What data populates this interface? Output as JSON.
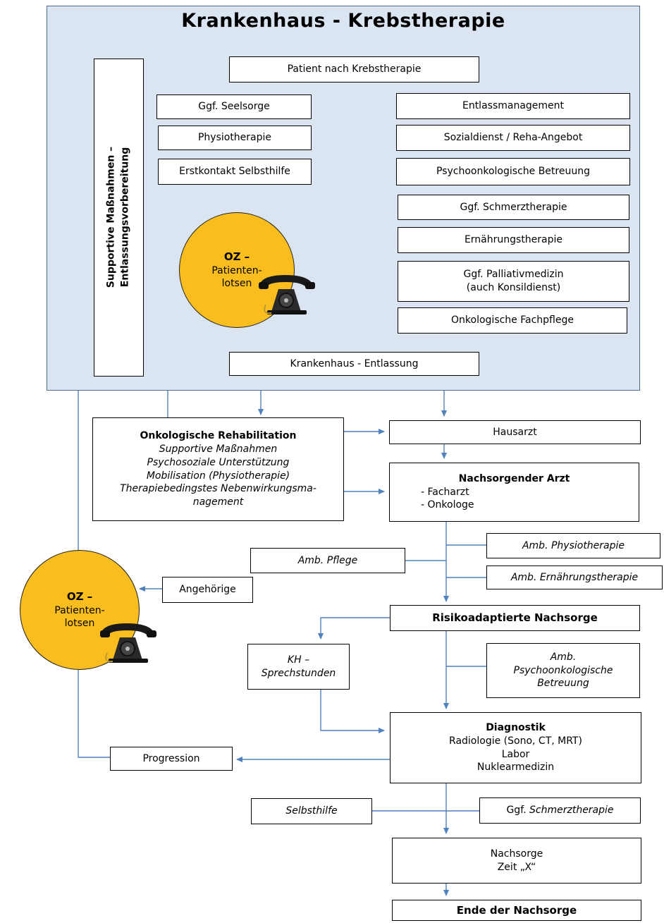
{
  "title": "Krankenhaus - Krebstherapie",
  "sidebar_label_line1": "Supportive Maßnahmen –",
  "sidebar_label_line2": "Entlassungsvorbereitung",
  "hospital": {
    "start": "Patient nach Krebstherapie",
    "left": [
      "Ggf. Seelsorge",
      "Physiotherapie",
      "Erstkontakt Selbsthilfe"
    ],
    "right": {
      "entlass": "Entlassmanagement",
      "sozial": "Sozialdienst / Reha-Angebot",
      "psycho": "Psychoonkologische Betreuung",
      "schmerz": "Ggf. Schmerztherapie",
      "ernaehrung": "Ernährungstherapie",
      "palliativ_1": "Ggf. Palliativmedizin",
      "palliativ_2": "(auch Konsildienst)",
      "fachpflege": "Onkologische Fachpflege"
    },
    "discharge": "Krankenhaus - Entlassung"
  },
  "lotse": {
    "line1": "OZ –",
    "line2": "Patienten-",
    "line3": "lotsen"
  },
  "rehab": {
    "title": "Onkologische Rehabilitation",
    "lines": [
      "Supportive Maßnahmen",
      "Psychosoziale Unterstützung",
      "Mobilisation (Physiotherapie)",
      "Therapiebedingstes Nebenwirkungsma-",
      "nagement"
    ]
  },
  "hausarzt": "Hausarzt",
  "nachsorgender_arzt": {
    "title": "Nachsorgender Arzt",
    "items": [
      "-  Facharzt",
      "-  Onkologe"
    ]
  },
  "amb_physio": "Amb. Physiotherapie",
  "amb_pflege": "Amb. Pflege",
  "amb_ernaehrung": "Amb. Ernährungstherapie",
  "angehoerige": "Angehörige",
  "risiko": "Risikoadaptierte Nachsorge",
  "kh_sprech": {
    "line1": "KH –",
    "line2": "Sprechstunden"
  },
  "amb_psycho": {
    "line1": "Amb.",
    "line2": "Psychoonkologische",
    "line3": "Betreuung"
  },
  "diagnostik": {
    "title": "Diagnostik",
    "lines": [
      "Radiologie (Sono, CT, MRT)",
      "Labor",
      "Nuklearmedizin"
    ]
  },
  "progression": "Progression",
  "selbsthilfe": "Selbsthilfe",
  "schmerz_amb": {
    "prefix": "Ggf.",
    "rest": "Schmerztherapie"
  },
  "nachsorge_zeit": {
    "line1": "Nachsorge",
    "line2": "Zeit „X“"
  },
  "ende": "Ende der Nachsorge",
  "colors": {
    "hospital_bg": "#dbe5f1",
    "connector": "#4f81bd",
    "lotse": "#f9bd1d"
  }
}
